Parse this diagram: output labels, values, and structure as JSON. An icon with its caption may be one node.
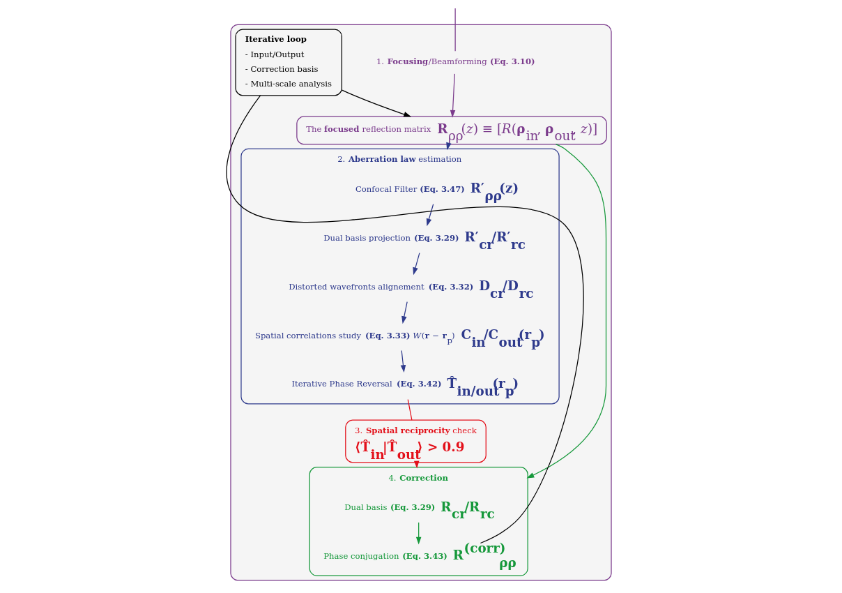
{
  "diagram": {
    "nodes": [
      {
        "text": [],
        "shape": "box"
      },
      {
        "text": [
          "1. **Focusing**/Beamforming **(Eq. 3.10)**"
        ],
        "in": 0
      },
      {
        "text": [
          "The **focused** reflection matrix",
          "**R**$_{ρρ}$(*z*) ≡ [*R*(**ρ**$_{in}$, **ρ**$_{out}$, *z*)]"
        ],
        "in": 0
      },
      {
        "text": [
          "2. **Aberration law** estimation"
        ],
        "in": 0
      },
      {
        "text": [
          "Confocal Filter **(Eq. 3.47)**",
          "R′$_{ρρ}$(z)"
        ],
        "in": 3
      },
      {
        "text": [
          "Dual basis projection **(Eq. 3.29)**",
          "R′$_{cr}$/R′$_{rc}$"
        ],
        "in": 3
      },
      {
        "text": [
          "Distorted wavefronts alignement **(Eq. 3.32)**",
          "D$_{cr}$/D$_{rc}$"
        ],
        "in": 3
      },
      {
        "text": [
          "Spatial correlations study **(Eq. 3.33)** *W*(**r** − **r**$_{p}$)",
          "C$_{in}$/C$_{out}$(r$_{p}$)"
        ],
        "in": 3
      },
      {
        "text": [
          "Iterative Phase Reversal **(Eq. 3.42)**",
          "T̂$_{in/out}$(r$_{p}$)"
        ],
        "in": 3
      },
      {
        "text": [
          "4. **Correction**"
        ],
        "in": 0
      },
      {
        "text": [
          "Dual basis **(Eq. 3.29)**",
          "R$_{cr}$/R$_{rc}$"
        ],
        "in": 9
      },
      {
        "text": [
          "Phase conjugation **(Eq. 3.43)**",
          "R$^{(corr)}$$_{ρρ}$"
        ],
        "in": 9
      },
      {
        "text": [
          "Iterative loop",
          "- Input/Output",
          "- Correction basis",
          "- Multi-scale analysis"
        ],
        "in": 0
      },
      {
        "text": [
          "3. **Spatial reciprocity** check",
          "⟨T̂$_{in}$|T̂$_{out}$⟩ > 0.9"
        ],
        "in": 0
      }
    ],
    "edges": [
      {
        "from": null,
        "to": 1,
        "arrow": "none",
        "color": "#7b3b8c"
      },
      {
        "from": 1,
        "to": 2,
        "arrow": "to",
        "color": "#7b3b8c"
      },
      {
        "from": 2,
        "to": 3,
        "arrow": "to"
      },
      {
        "from": 2,
        "to": 9,
        "arrow": "to",
        "color": "#15983a"
      },
      {
        "from": 12,
        "to": 2,
        "arrow": "to",
        "color": "#000000"
      },
      {
        "from": 4,
        "to": 5,
        "arrow": "to"
      },
      {
        "from": 5,
        "to": 6,
        "arrow": "to"
      },
      {
        "from": 6,
        "to": 7,
        "arrow": "to"
      },
      {
        "from": 7,
        "to": 8,
        "arrow": "to"
      },
      {
        "from": 10,
        "to": 11,
        "arrow": "to",
        "color": "#15983a"
      },
      {
        "from": 11,
        "to": 12,
        "arrow": "none",
        "color": "#000000"
      },
      {
        "from": 8,
        "to": 13,
        "arrow": "none",
        "color": "#e3101a"
      },
      {
        "from": 13,
        "to": 9,
        "arrow": "to",
        "color": "#e3101a"
      }
    ]
  }
}
